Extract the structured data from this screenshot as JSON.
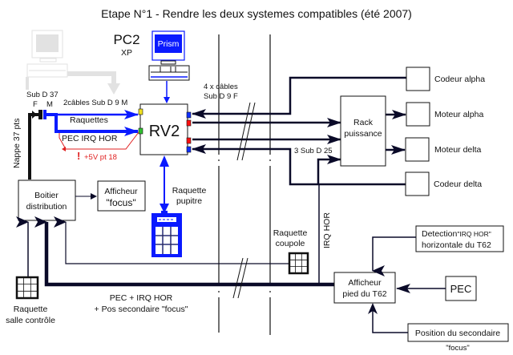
{
  "title": "Etape N°1 - Rendre les deux systemes compatibles (été 2007)",
  "colors": {
    "blue": "#0a1aff",
    "red_wire": "#e02020",
    "yellow_port": "#f0e020",
    "green_port": "#30c030",
    "blue_port": "#1030ff",
    "red_port": "#ff1010",
    "ghost": "#d8d8d8",
    "line": "#0a0a28"
  },
  "pc2": {
    "label": "PC2",
    "os": "XP",
    "screen_text": "Prism",
    "icon": "computer-icon"
  },
  "old_pc": {
    "icon": "computer-icon",
    "state": "faded"
  },
  "rv2": {
    "label": "RV2"
  },
  "connectors": {
    "subd37": "Sub D 37",
    "female": "F",
    "male": "M",
    "cables_subd9m": "2câbles Sub D 9 M",
    "raquettes": "Raquettes",
    "pec_irq": "PEC  IRQ HOR",
    "plus5v_mark": "!",
    "plus5v": "+5V pt 18",
    "nappe": "Nappe 37 pts",
    "cables_subd9f_line1": "4 x câbles",
    "cables_subd9f_line2": "Sub D 9 F",
    "subd25": "3 Sub D 25",
    "irq_hor": "IRQ HOR"
  },
  "rack": {
    "line1": "Rack",
    "line2": "puissance"
  },
  "devices": [
    {
      "label": "Codeur alpha"
    },
    {
      "label": "Moteur alpha"
    },
    {
      "label": "Moteur delta"
    },
    {
      "label": "Codeur delta"
    }
  ],
  "boitier": {
    "line1": "Boitier",
    "line2": "distribution"
  },
  "afficheur_focus": {
    "line1": "Afficheur",
    "line2": "\"focus\""
  },
  "raquette_pupitre": {
    "line1": "Raquette",
    "line2": "pupitre",
    "icon": "keypad-icon"
  },
  "raquette_coupole": {
    "line1": "Raquette",
    "line2": "coupole",
    "icon": "keypad-icon"
  },
  "raquette_salle": {
    "line1": "Raquette",
    "line2": "salle contrôle",
    "icon": "keypad-icon"
  },
  "afficheur_pied": {
    "line1": "Afficheur",
    "line2": "pied du T62"
  },
  "detection": {
    "prefix": "Detection",
    "quoted": "\"IRQ HOR\"",
    "line2": "horizontale du T62"
  },
  "pec_box": {
    "label": "PEC"
  },
  "position_box": {
    "label": "Position du secondaire",
    "sub": "\"focus\""
  },
  "bus_label": {
    "line1": "PEC + IRQ HOR",
    "line2": "+ Pos secondaire \"focus\""
  }
}
